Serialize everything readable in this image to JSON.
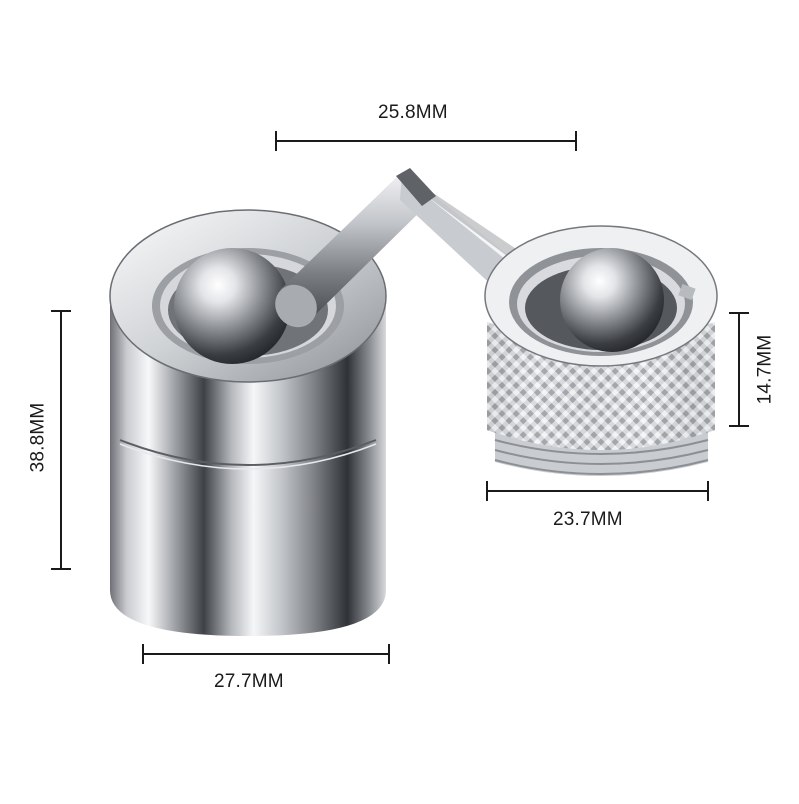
{
  "dimensions": {
    "top_width": "25.8MM",
    "left_height": "38.8MM",
    "bottom_left_width": "27.7MM",
    "right_height": "14.7MM",
    "right_width": "23.7MM"
  },
  "colors": {
    "dimension_line": "#1a1a1a",
    "chrome_light": "#f4f5f6",
    "chrome_mid": "#b9bcc0",
    "chrome_dark": "#4a4d52",
    "background": "#ffffff"
  }
}
